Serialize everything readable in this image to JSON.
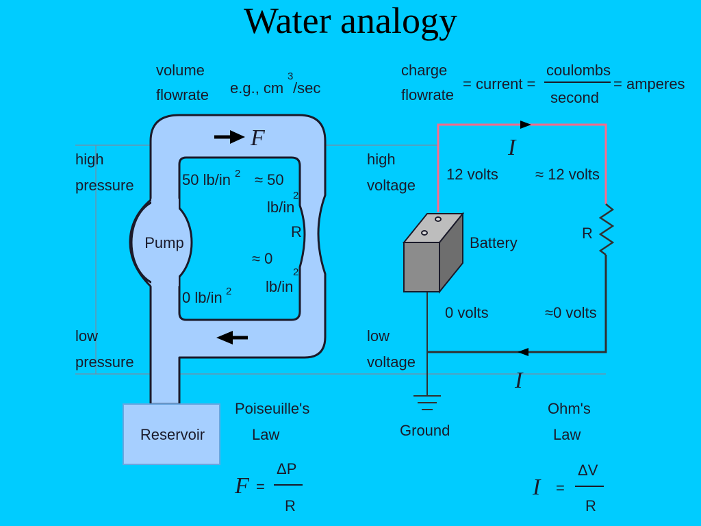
{
  "title": "Water analogy",
  "water": {
    "volume_line1": "volume",
    "volume_line2": "flowrate",
    "units_text": "e.g., cm",
    "units_exp": "3",
    "units_suffix": "/sec",
    "flow_symbol": "F",
    "pump_label": "Pump",
    "reservoir_label": "Reservoir",
    "p_high_top": "50 lb/in",
    "p_high_top_exp": "2",
    "p_high_right": "≈ 50",
    "p_high_right_unit": "lb/in",
    "p_high_right_exp": "2",
    "resistor_label": "R",
    "p_low_right": "≈ 0",
    "p_low_right_unit": "lb/in",
    "p_low_right_exp": "2",
    "p_low_left": "0 lb/in",
    "p_low_left_exp": "2",
    "law_line1": "Poiseuille's",
    "law_line2": "Law",
    "formula_lhs": "F",
    "formula_eq": "=",
    "formula_num": "ΔP",
    "formula_den": "R"
  },
  "pressure_labels": {
    "high_line1": "high",
    "high_line2": "pressure",
    "low_line1": "low",
    "low_line2": "pressure"
  },
  "electric": {
    "charge_line1": "charge",
    "charge_line2": "flowrate",
    "eq_current": "= current =",
    "frac_num": "coulombs",
    "frac_den": "second",
    "eq_amperes": "= amperes",
    "high_line1": "high",
    "high_line2": "voltage",
    "low_line1": "low",
    "low_line2": "voltage",
    "current_symbol": "I",
    "v_top_left": "12 volts",
    "v_top_right": "≈ 12 volts",
    "resistor_label": "R",
    "battery_label": "Battery",
    "v_bot_left": "0 volts",
    "v_bot_right": "≈0 volts",
    "ground_label": "Ground",
    "law_line1": "Ohm's",
    "law_line2": "Law",
    "formula_lhs": "I",
    "formula_eq": "=",
    "formula_num": "ΔV",
    "formula_den": "R"
  },
  "colors": {
    "background": "#00ccff",
    "pipe_fill": "#a6cfff",
    "pipe_outline": "#1a1a2a",
    "high_wire": "#ff6a8a",
    "battery_fill": "#8c8c8c"
  }
}
